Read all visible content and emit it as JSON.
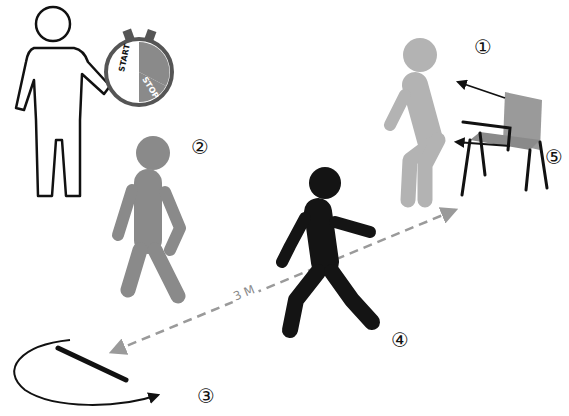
{
  "diagram": {
    "labels": [
      "START",
      "STOP",
      "3 M",
      "①",
      "②",
      "③",
      "④",
      "⑤"
    ]
  }
}
